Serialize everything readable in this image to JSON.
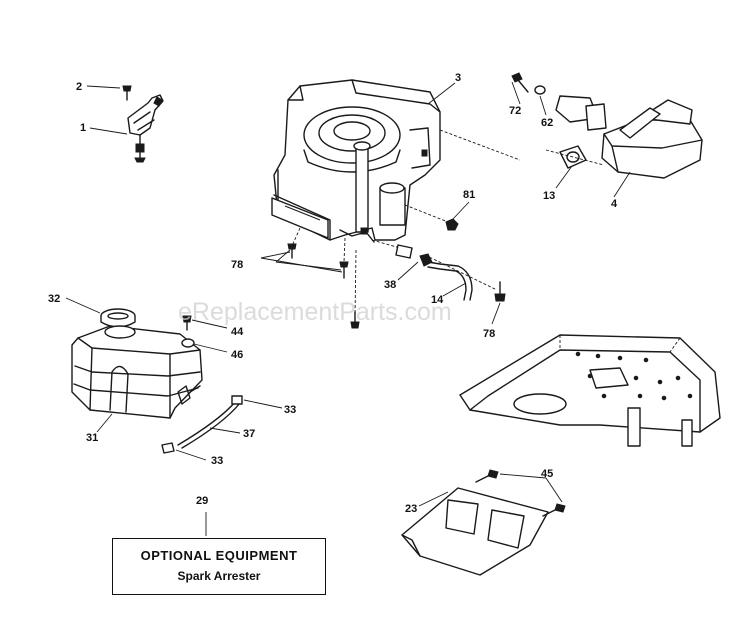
{
  "watermark": "eReplacementParts.com",
  "callouts": {
    "c1": "1",
    "c2": "2",
    "c3": "3",
    "c4": "4",
    "c13": "13",
    "c14": "14",
    "c23": "23",
    "c29": "29",
    "c31": "31",
    "c32": "32",
    "c33a": "33",
    "c33b": "33",
    "c37": "37",
    "c38": "38",
    "c44": "44",
    "c45": "45",
    "c46": "46",
    "c62": "62",
    "c72": "72",
    "c78a": "78",
    "c78b": "78",
    "c81": "81"
  },
  "optional_box": {
    "title": "OPTIONAL EQUIPMENT",
    "subtitle": "Spark Arrester"
  }
}
